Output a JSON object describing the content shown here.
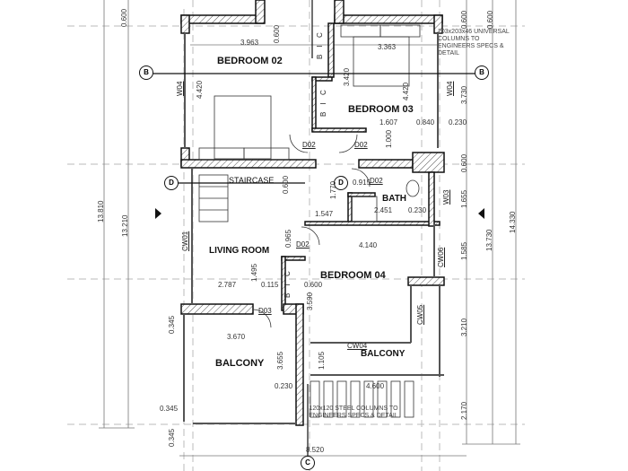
{
  "drawing": {
    "type": "architectural-floor-plan",
    "rooms": {
      "bedroom_02": "BEDROOM 02",
      "bedroom_03": "BEDROOM 03",
      "bedroom_04": "BEDROOM 04",
      "living_room": "LIVING ROOM",
      "staircase": "STAIRCASE",
      "bath": "BATH",
      "balcony_main": "BALCONY",
      "balcony_small": "BALCONY"
    },
    "tags": {
      "bic_1": "B I C",
      "bic_2": "B I C",
      "bic_3": "B I C",
      "door_d02_a": "D02",
      "door_d02_b": "D02",
      "door_d02_c": "D02",
      "door_d02_d": "D02",
      "door_d03": "D03",
      "window_w04_left": "W04",
      "window_w04_right": "W04",
      "window_w03": "W03",
      "curtain_cw01": "CW01",
      "curtain_cw04": "CW04",
      "curtain_cw05": "CW05",
      "curtain_cw06": "CW06"
    },
    "grid_markers": {
      "b_left": "B",
      "b_right": "B",
      "d_left": "D",
      "d_mid": "D",
      "bottom": "C"
    },
    "dimensions": {
      "bed02_width": "3.963",
      "bed02_height": "4.420",
      "top_0600": "0.600",
      "bed03_width": "3.363",
      "bed03_3420": "3.420",
      "bed03_height": "4.420",
      "d_1607": "1.607",
      "d_0840": "0.840",
      "d_0230_a": "0.230",
      "d_1000": "1.000",
      "d_0915": "0.915",
      "d_0600_stair": "0.600",
      "d_1770": "1.770",
      "d_1547": "1.547",
      "d_2451": "2.451",
      "d_0230_b": "0.230",
      "d_0965": "0.965",
      "d_4140": "4.140",
      "d_1495": "1.495",
      "d_2787": "2.787",
      "d_0115": "0.115",
      "d_0600_b": "0.600",
      "d_3590": "3.590",
      "d_0345_a": "0.345",
      "d_3670": "3.670",
      "d_3655": "3.655",
      "d_0230_c": "0.230",
      "d_1105": "1.105",
      "d_4600": "4.600",
      "d_0345_b": "0.345",
      "d_0345_c": "0.345",
      "d_8520": "8.520",
      "left_0600": "0.600",
      "left_13810": "13.810",
      "left_13210": "13.210",
      "right_0600_a": "0.600",
      "right_0600_b": "0.600",
      "right_3730": "3.730",
      "right_0600_c": "0.600",
      "right_1655": "1.655",
      "right_1585": "1.585",
      "right_3210": "3.210",
      "right_2170": "2.170",
      "right_13730": "13.730",
      "right_14330": "14.330"
    },
    "notes": {
      "columns_top": "203x203x46 UNIVERSAL COLUMNS TO ENGINEERS SPECS & DETAIL",
      "columns_bottom": "120x120 STEEL COLUMNS TO ENGINEERS SPECS & DETAIL"
    },
    "colors": {
      "wall": "#111111",
      "hatch": "#555555",
      "grid": "#b0b0b0",
      "dimension": "#444444"
    }
  }
}
